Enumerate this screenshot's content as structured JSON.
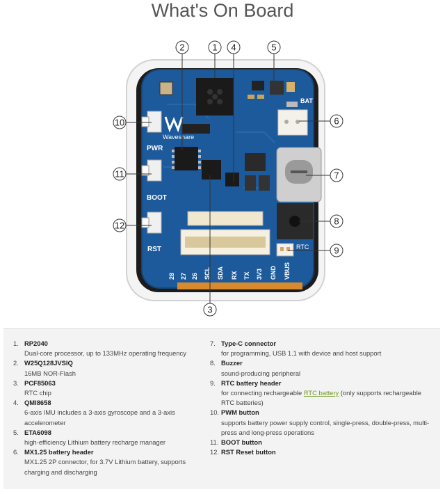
{
  "page": {
    "title": "What's On Board"
  },
  "board": {
    "silkscreen": {
      "pwr": "PWR",
      "boot": "BOOT",
      "rst": "RST",
      "bat": "BAT",
      "rtc": "RTC",
      "brand": "Waveshare",
      "pins": [
        "28",
        "27",
        "26",
        "SCL",
        "SDA",
        "RX",
        "TX",
        "3V3",
        "GND",
        "VBUS"
      ]
    },
    "callouts": [
      "1",
      "2",
      "3",
      "4",
      "5",
      "6",
      "7",
      "8",
      "9",
      "10",
      "11",
      "12"
    ]
  },
  "legend": {
    "left": [
      {
        "num": "1.",
        "name": "RP2040",
        "desc": "Dual-core processor, up to 133MHz operating frequency"
      },
      {
        "num": "2.",
        "name": "W25Q128JVSIQ",
        "desc": "16MB NOR-Flash"
      },
      {
        "num": "3.",
        "name": "PCF85063",
        "desc": "RTC chip"
      },
      {
        "num": "4.",
        "name": "QMI8658",
        "desc": "6-axis IMU includes a 3-axis gyroscope and a 3-axis accelerometer"
      },
      {
        "num": "5.",
        "name": "ETA6098",
        "desc": "high-efficiency Lithium battery recharge manager"
      },
      {
        "num": "6.",
        "name": "MX1.25 battery header",
        "desc": "MX1.25 2P connector, for 3.7V Lithium battery, supports charging and discharging"
      }
    ],
    "right": [
      {
        "num": "7.",
        "name": "Type-C connector",
        "desc": "for programming, USB 1.1 with device and host support"
      },
      {
        "num": "8.",
        "name": "Buzzer",
        "desc": "sound-producing peripheral"
      },
      {
        "num": "9.",
        "name": "RTC battery header",
        "desc_pre": "for connecting rechargeable ",
        "link": "RTC battery",
        "desc_post": " (only supports rechargeable RTC batteries)"
      },
      {
        "num": "10.",
        "name": "PWM button",
        "desc": "supports battery power supply control, single-press, double-press, multi-press and long-press operations"
      },
      {
        "num": "11.",
        "name": "BOOT button"
      },
      {
        "num": "12.",
        "name": "RST Reset button"
      }
    ]
  }
}
